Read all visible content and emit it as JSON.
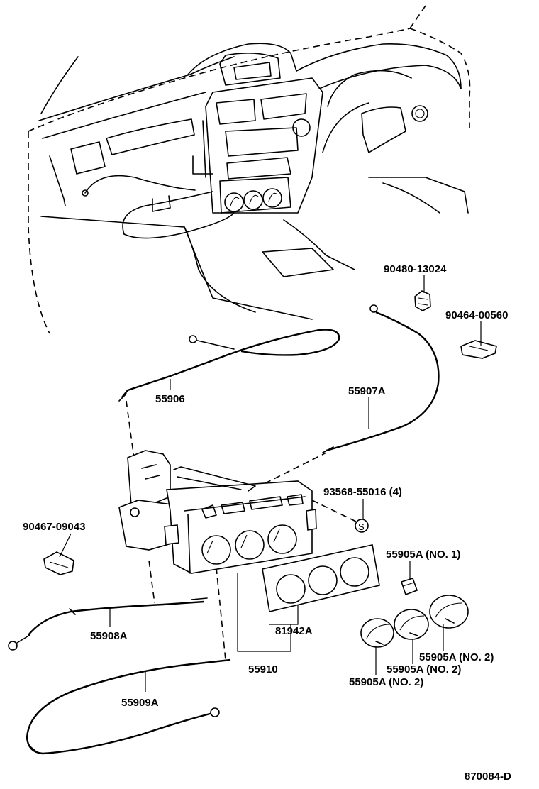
{
  "labels": {
    "p90480": "90480-13024",
    "p90464": "90464-00560",
    "p55906": "55906",
    "p55907A": "55907A",
    "p93568": "93568-55016 (4)",
    "p90467": "90467-09043",
    "p55905A_no1": "55905A (NO. 1)",
    "p55908A": "55908A",
    "p81942A": "81942A",
    "p55910": "55910",
    "p55909A": "55909A",
    "p55905A_no2_a": "55905A (NO. 2)",
    "p55905A_no2_b": "55905A (NO. 2)",
    "p55905A_no2_c": "55905A (NO. 2)",
    "screw_symbol": "S",
    "drawing_number": "870084-D"
  }
}
